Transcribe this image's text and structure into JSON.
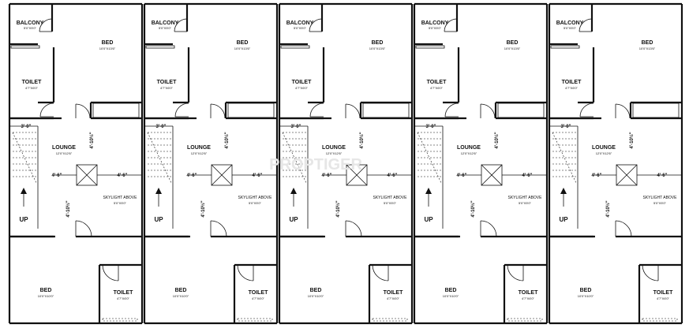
{
  "labels": {
    "balcony": "BALCONY",
    "balcony_dim": "5'0\"X5'0\"",
    "bed": "BED",
    "bed_top_dim": "10'0\"X13'6\"",
    "bed_bottom_dim": "10'0\"X10'0\"",
    "toilet": "TOILET",
    "toilet_dim": "4'7\"X6'0\"",
    "lounge": "LOUNGE",
    "lounge_dim": "12'0\"X12'6\"",
    "skylight": "SKYLIGHT ABOVE",
    "skylight_dim": "5'0\"X5'0\"",
    "stair_width": "3'-0\"",
    "dim_left": "4'-6\"",
    "dim_right": "4'-6\"",
    "dim_vertical_top": "4'-10½\"",
    "dim_vertical_bottom": "4'-10½\"",
    "up": "UP"
  },
  "watermark": "PROPTIGER",
  "units": 5
}
